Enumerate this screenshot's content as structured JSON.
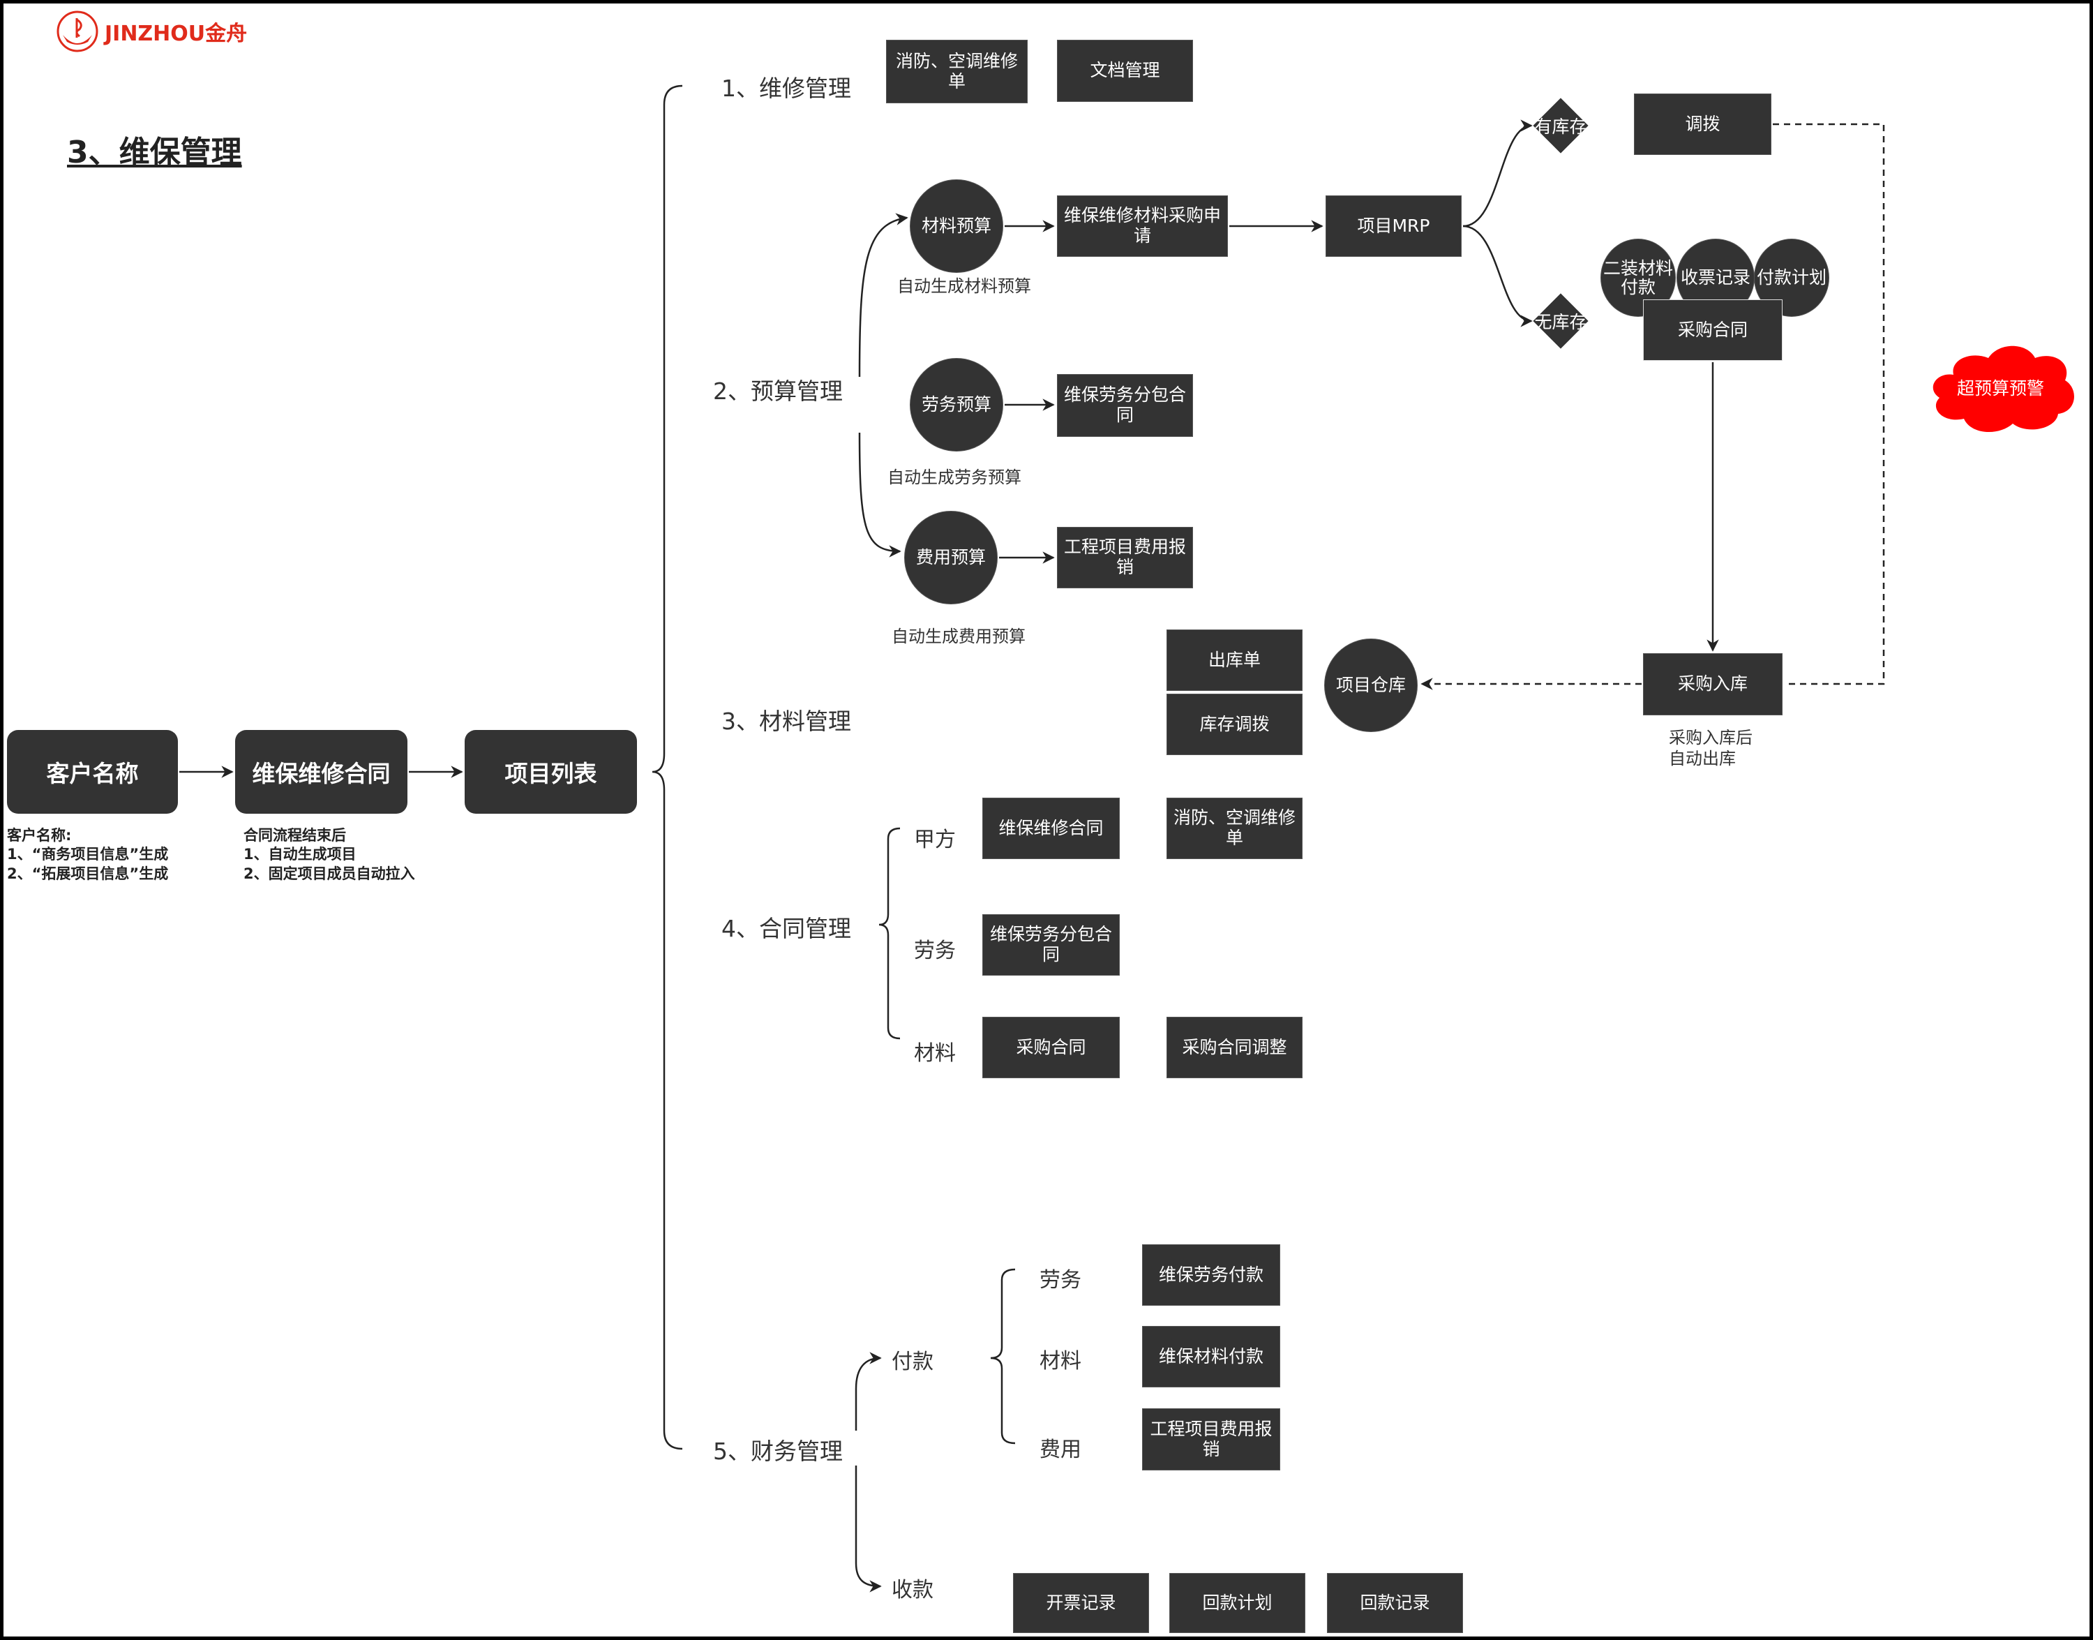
{
  "brand": {
    "name": "JINZHOU",
    "name_cn": "金舟",
    "color": "#e02b1b"
  },
  "page_title": "3、维保管理",
  "main_flow": {
    "nodes": [
      "客户名称",
      "维保维修合同",
      "项目列表"
    ],
    "notes": {
      "customer": [
        "客户名称:",
        "1、“商务项目信息”生成",
        "2、“拓展项目信息”生成"
      ],
      "contract": [
        "合同流程结束后",
        "1、自动生成项目",
        "2、固定项目成员自动拉入"
      ]
    }
  },
  "sections": {
    "maintenance": {
      "label": "1、维修管理",
      "items": [
        "消防、空调维修单",
        "文档管理"
      ]
    },
    "budget": {
      "label": "2、预算管理",
      "material": {
        "circle": "材料预算",
        "note": "自动生成材料预算",
        "next": "维保维修材料采购申请",
        "mrp": "项目MRP"
      },
      "labor": {
        "circle": "劳务预算",
        "note": "自动生成劳务预算",
        "next": "维保劳务分包合同"
      },
      "expense": {
        "circle": "费用预算",
        "note": "自动生成费用预算",
        "next": "工程项目费用报销"
      },
      "mrp_branches": {
        "in_stock": "有库存",
        "out_of_stock": "无库存",
        "transfer": "调拨",
        "purchase_contract": "采购合同",
        "contract_circles": [
          "二装材料付款",
          "收票记录",
          "付款计划"
        ],
        "purchase_inbound": "采购入库",
        "inbound_note": [
          "采购入库后",
          "自动出库"
        ],
        "warning": "超预算预警"
      }
    },
    "material": {
      "label": "3、材料管理",
      "warehouse": "项目仓库",
      "items": [
        "出库单",
        "库存调拨"
      ]
    },
    "contract": {
      "label": "4、合同管理",
      "groups": [
        {
          "name": "甲方",
          "items": [
            "维保维修合同",
            "消防、空调维修单"
          ]
        },
        {
          "name": "劳务",
          "items": [
            "维保劳务分包合同"
          ]
        },
        {
          "name": "材料",
          "items": [
            "采购合同",
            "采购合同调整"
          ]
        }
      ]
    },
    "finance": {
      "label": "5、财务管理",
      "payment": {
        "label": "付款",
        "groups": [
          {
            "name": "劳务",
            "item": "维保劳务付款"
          },
          {
            "name": "材料",
            "item": "维保材料付款"
          },
          {
            "name": "费用",
            "item": "工程项目费用报销"
          }
        ]
      },
      "receipt": {
        "label": "收款",
        "items": [
          "开票记录",
          "回款计划",
          "回款记录"
        ]
      }
    }
  },
  "colors": {
    "node": "#333333",
    "warning": "#ff0000",
    "text": "#333333"
  }
}
